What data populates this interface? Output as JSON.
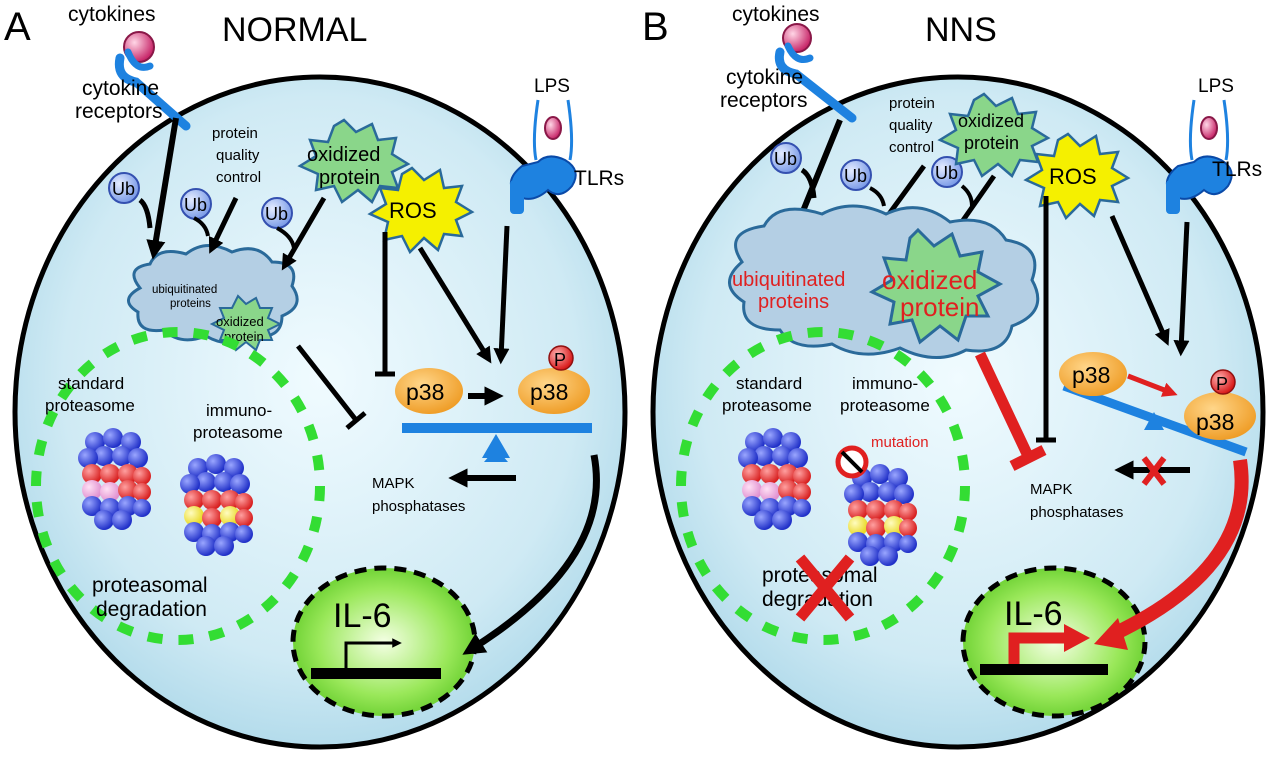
{
  "panels": [
    {
      "letter": "A",
      "title": "NORMAL",
      "cytokines": "cytokines",
      "receptors_1": "cytokine",
      "receptors_2": "receptors",
      "lps": "LPS",
      "tlrs": "TLRs",
      "pqc_1": "protein",
      "pqc_2": "quality",
      "pqc_3": "control",
      "ub": "Ub",
      "ox_1": "oxidized",
      "ox_2": "protein",
      "ros": "ROS",
      "ubiq_1": "ubiquitinated",
      "ubiq_2": "proteins",
      "cloud_ox_1": "oxidized",
      "cloud_ox_2": "protein",
      "standard_1": "standard",
      "standard_2": "proteasome",
      "immuno_1": "immuno-",
      "immuno_2": "proteasome",
      "degradation_1": "proteasomal",
      "degradation_2": "degradation",
      "p38": "p38",
      "p": "P",
      "mapk_1": "MAPK",
      "mapk_2": "phosphatases",
      "il6": "IL-6"
    },
    {
      "letter": "B",
      "title": "NNS",
      "cytokines": "cytokines",
      "receptors_1": "cytokine",
      "receptors_2": "receptors",
      "lps": "LPS",
      "tlrs": "TLRs",
      "pqc_1": "protein",
      "pqc_2": "quality",
      "pqc_3": "control",
      "ub": "Ub",
      "ox_1": "oxidized",
      "ox_2": "protein",
      "ros": "ROS",
      "ubiq_1": "ubiquitinated",
      "ubiq_2": "proteins",
      "cloud_ox_1": "oxidized",
      "cloud_ox_2": "protein",
      "standard_1": "standard",
      "standard_2": "proteasome",
      "immuno_1": "immuno-",
      "immuno_2": "proteasome",
      "mutation": "mutation",
      "degradation_1": "proteasomal",
      "degradation_2": "degradation",
      "p38": "p38",
      "p": "P",
      "mapk_1": "MAPK",
      "mapk_2": "phosphatases",
      "il6": "IL-6"
    }
  ],
  "colors": {
    "cell_fill": "#cde9f2",
    "cell_stroke": "#000000",
    "receptor": "#1e82e0",
    "cytokine": "#d4387a",
    "ub_bubble": "#8fb0f0",
    "oxidized": "#8ad68a",
    "ros": "#f5f000",
    "cloud": "#b4cfe4",
    "p38": "#f0a030",
    "phospho": "#e03030",
    "balance": "#1e82e0",
    "degradation_ring": "#33dd33",
    "nucleus": "#8fe84a",
    "inhibit_red": "#e02020"
  }
}
